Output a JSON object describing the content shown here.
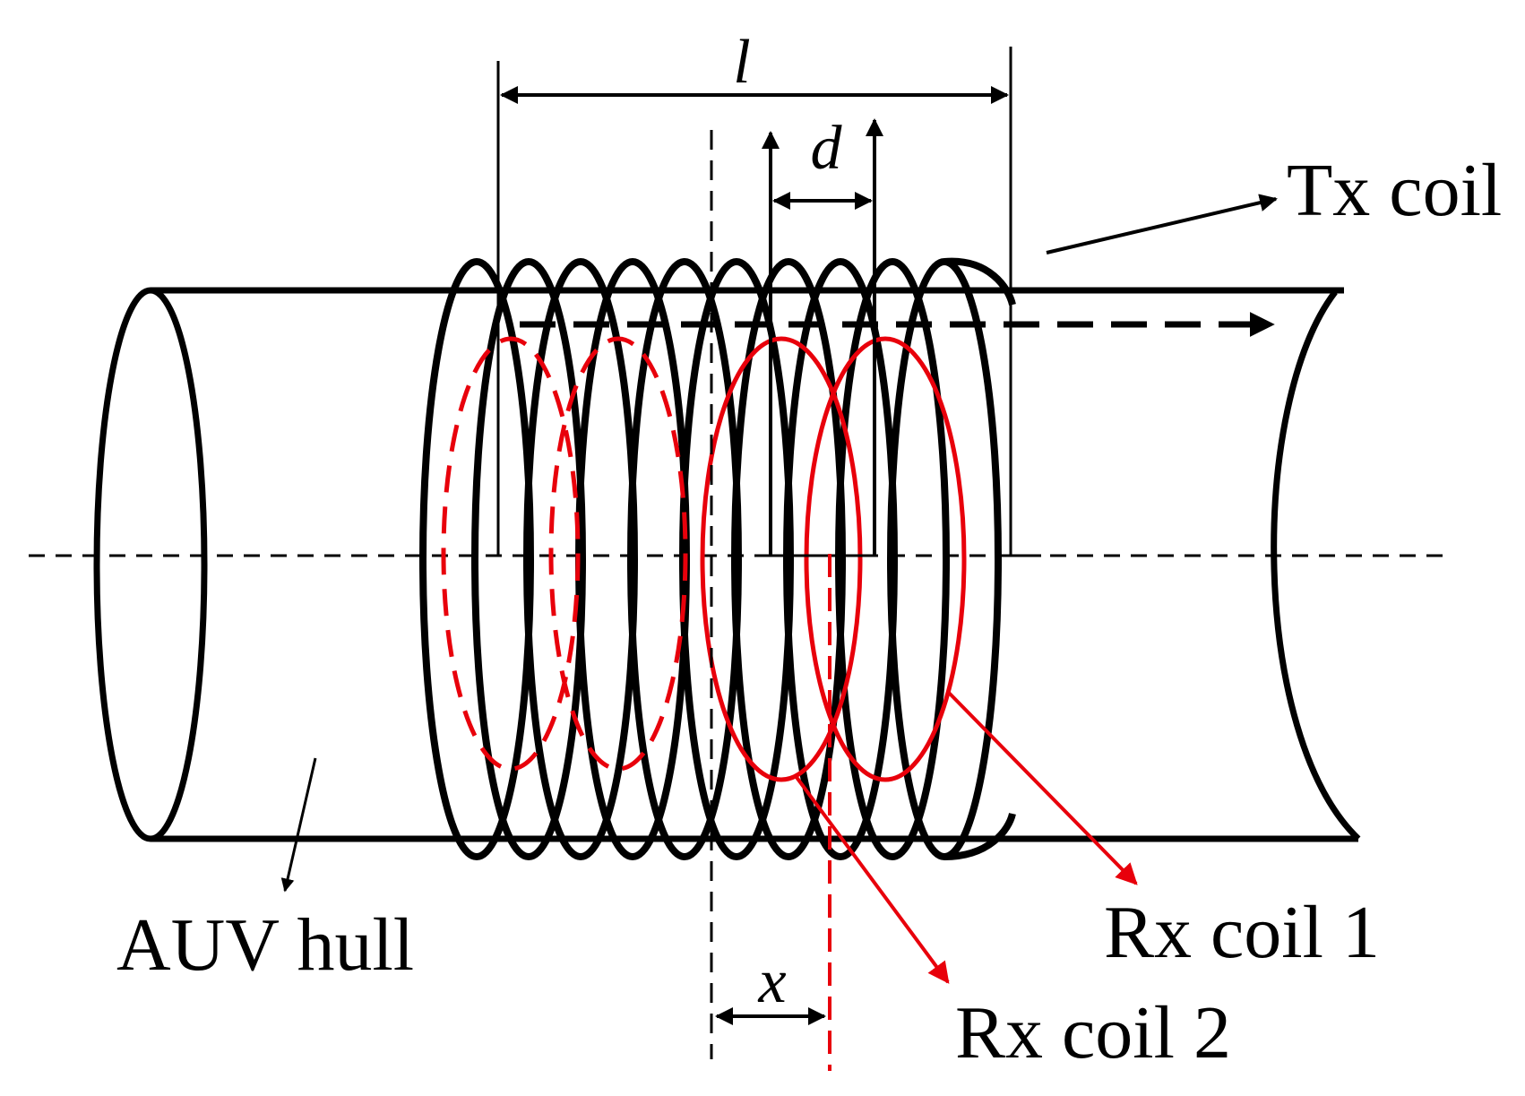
{
  "labels": {
    "length": "l",
    "spacing": "d",
    "offset": "x",
    "tx_coil": "Tx coil",
    "rx_coil_1": "Rx coil 1",
    "rx_coil_2": "Rx coil 2",
    "auv_hull": "AUV hull"
  },
  "colors": {
    "hull": "#000000",
    "tx_coil": "#000000",
    "rx_coil": "#e8000b",
    "background": "#ffffff"
  }
}
